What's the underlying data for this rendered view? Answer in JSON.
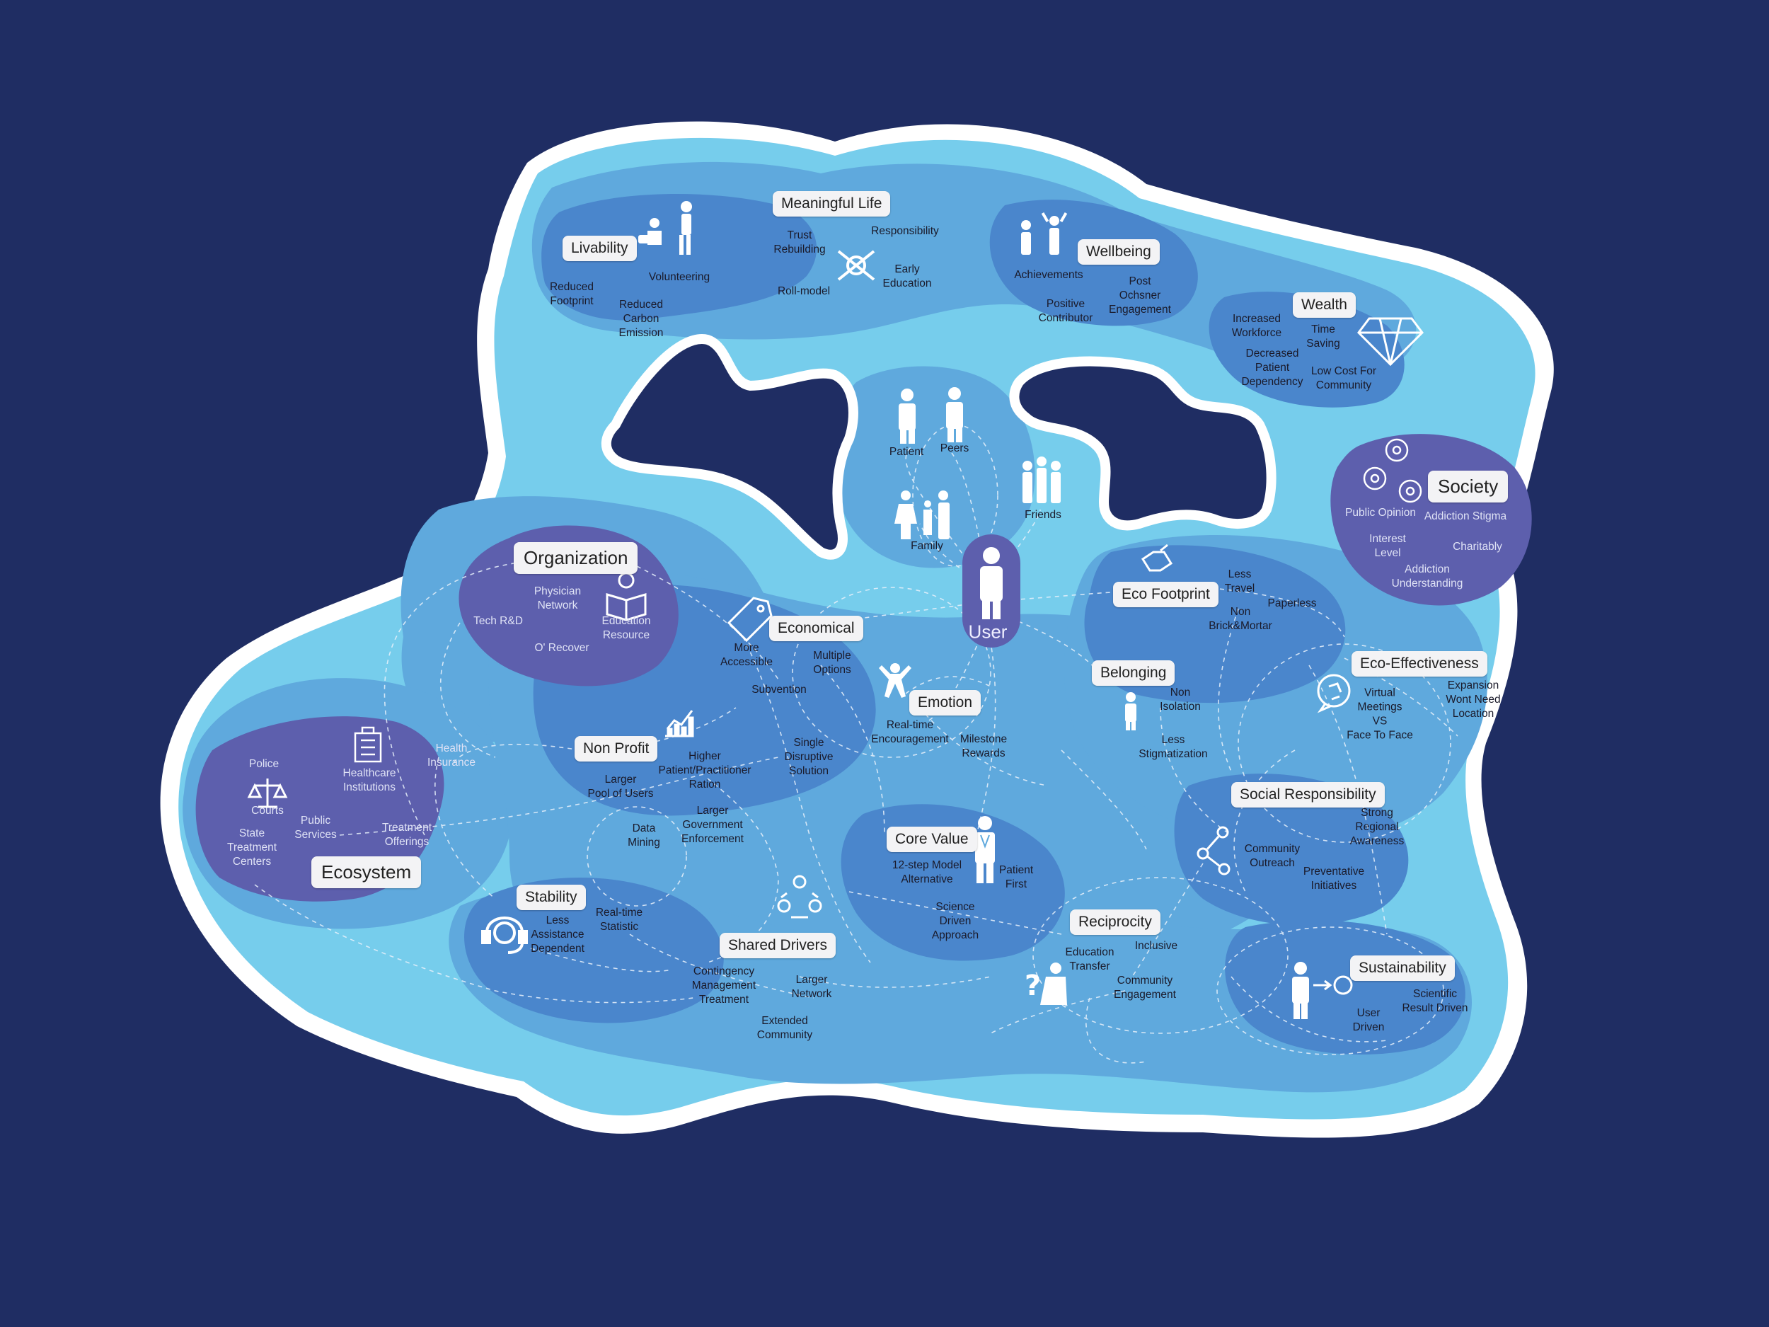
{
  "user": "User",
  "clusters": {
    "meaningful_life": "Meaningful Life",
    "livability": "Livability",
    "wellbeing": "Wellbeing",
    "wealth": "Wealth",
    "society": "Society",
    "organization": "Organization",
    "economical": "Economical",
    "eco_footprint": "Eco Footprint",
    "belonging": "Belonging",
    "emotion": "Emotion",
    "eco_effectiveness": "Eco-Effectiveness",
    "non_profit": "Non Profit",
    "social_responsibility": "Social Responsibility",
    "core_value": "Core Value",
    "ecosystem": "Ecosystem",
    "stability": "Stability",
    "reciprocity": "Reciprocity",
    "shared_drivers": "Shared Drivers",
    "sustainability": "Sustainability"
  },
  "items": {
    "reduced_footprint": "Reduced\nFootprint",
    "volunteering": "Volunteering",
    "reduced_carbon": "Reduced\nCarbon\nEmission",
    "trust_rebuilding": "Trust\nRebuilding",
    "responsibility": "Responsibility",
    "early_education": "Early\nEducation",
    "roll_model": "Roll-model",
    "achievements": "Achievements",
    "positive_contributor": "Positive\nContributor",
    "post_ochsner": "Post\nOchsner\nEngagement",
    "increased_workforce": "Increased\nWorkforce",
    "time_saving": "Time\nSaving",
    "decreased_dependency": "Decreased\nPatient\nDependency",
    "low_cost": "Low Cost For\nCommunity",
    "patient": "Patient",
    "peers": "Peers",
    "friends": "Friends",
    "family": "Family",
    "public_opinion": "Public Opinion",
    "addiction_stigma": "Addiction Stigma",
    "interest_level": "Interest\nLevel",
    "charitably": "Charitably",
    "addiction_understanding": "Addiction\nUnderstanding",
    "physician_network": "Physician\nNetwork",
    "tech_rd": "Tech R&D",
    "education_resource": "Education\nResource",
    "o_recover": "O' Recover",
    "more_accessible": "More\nAccessible",
    "multiple_options": "Multiple\nOptions",
    "subvention": "Subvention",
    "less_travel": "Less\nTravel",
    "paperless": "Paperless",
    "non_brick": "Non\nBrick&Mortar",
    "non_isolation": "Non\nIsolation",
    "less_stigmatization": "Less\nStigmatization",
    "virtual_meetings": "Virtual\nMeetings\nVS\nFace To Face",
    "expansion": "Expansion\nWont Need\nLocation",
    "realtime_encouragement": "Real-time\nEncouragement",
    "milestone_rewards": "Milestone\nRewards",
    "higher_ratio": "Higher\nPatient/Practitioner\nRation",
    "single_disruptive": "Single\nDisruptive\nSolution",
    "larger_pool": "Larger\nPool of Users",
    "larger_government": "Larger\nGovernment\nEnforcement",
    "data_mining": "Data\nMining",
    "strong_regional": "Strong\nRegional\nAwareness",
    "community_outreach": "Community\nOutreach",
    "preventative": "Preventative\nInitiatives",
    "police": "Police",
    "courts": "Courts",
    "healthcare_institutions": "Healthcare\nInstitutions",
    "health_insurance": "Health\nInsurance",
    "public_services": "Public\nServices",
    "treatment_offerings": "Treatment\nOfferings",
    "state_treatment": "State\nTreatment\nCenters",
    "twelve_step": "12-step Model\nAlternative",
    "patient_first": "Patient\nFirst",
    "science_driven": "Science\nDriven\nApproach",
    "less_assistance": "Less\nAssistance\nDependent",
    "realtime_statistic": "Real-time\nStatistic",
    "contingency": "Contingency\nManagement\nTreatment",
    "larger_network": "Larger\nNetwork",
    "extended_community": "Extended\nCommunity",
    "education_transfer": "Education\nTransfer",
    "inclusive": "Inclusive",
    "community_engagement": "Community\nEngagement",
    "user_driven": "User\nDriven",
    "scientific_result": "Scientific\nResult Driven"
  },
  "colors": {
    "background": "#1f2d63",
    "outline": "#ffffff",
    "outer": "#76cdec",
    "mid": "#5fa9dd",
    "inner": "#4a86cc",
    "purple": "#5d5fad",
    "label_bg": "#f3f3f5"
  },
  "icons": [
    "volunteer-icon",
    "handshake-icon",
    "achievement-icon",
    "diamond-icon",
    "patient-icon",
    "peers-icon",
    "friends-icon",
    "family-icon",
    "user-icon",
    "atoms-icon",
    "reading-icon",
    "tag-icon",
    "recycle-icon",
    "jump-icon",
    "person-icon",
    "cycle-bubble-icon",
    "chart-icon",
    "building-icon",
    "scales-icon",
    "share-icon",
    "doctor-icon",
    "headset-icon",
    "team-icon",
    "question-icon",
    "user-car-icon"
  ]
}
